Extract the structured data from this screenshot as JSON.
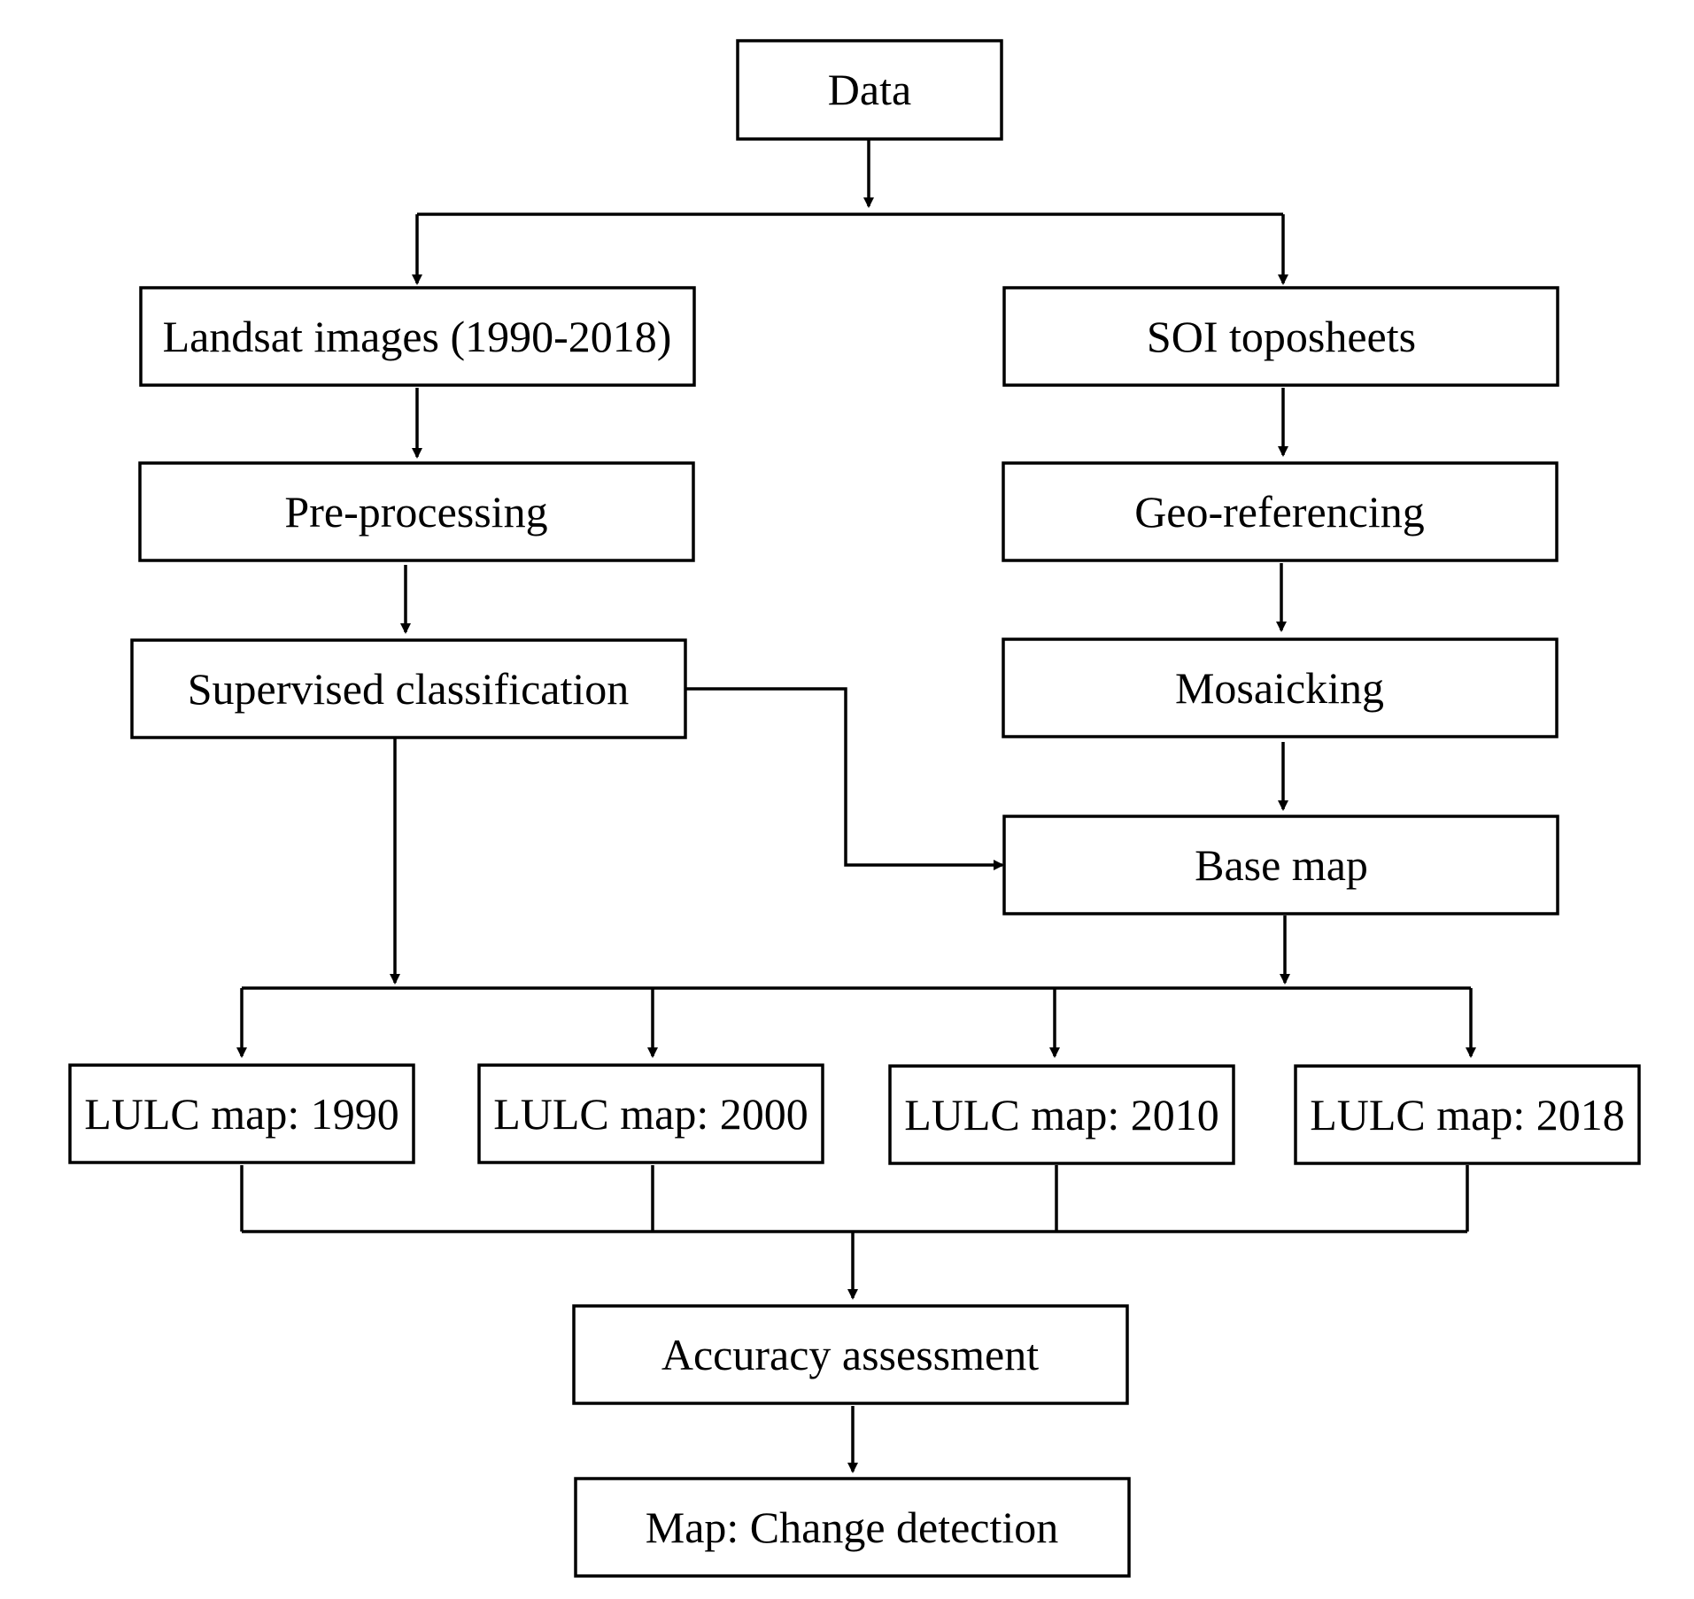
{
  "nodes": {
    "data": "Data",
    "landsat": "Landsat images (1990-2018)",
    "soi": "SOI toposheets",
    "preprocessing": "Pre-processing",
    "georeferencing": "Geo-referencing",
    "supervised": "Supervised classification",
    "mosaicking": "Mosaicking",
    "basemap": "Base map",
    "lulc1990": "LULC map: 1990",
    "lulc2000": "LULC map: 2000",
    "lulc2010": "LULC map: 2010",
    "lulc2018": "LULC map: 2018",
    "accuracy": "Accuracy assessment",
    "change": "Map: Change detection"
  },
  "colors": {
    "stroke": "#000000",
    "fill": "#ffffff"
  }
}
